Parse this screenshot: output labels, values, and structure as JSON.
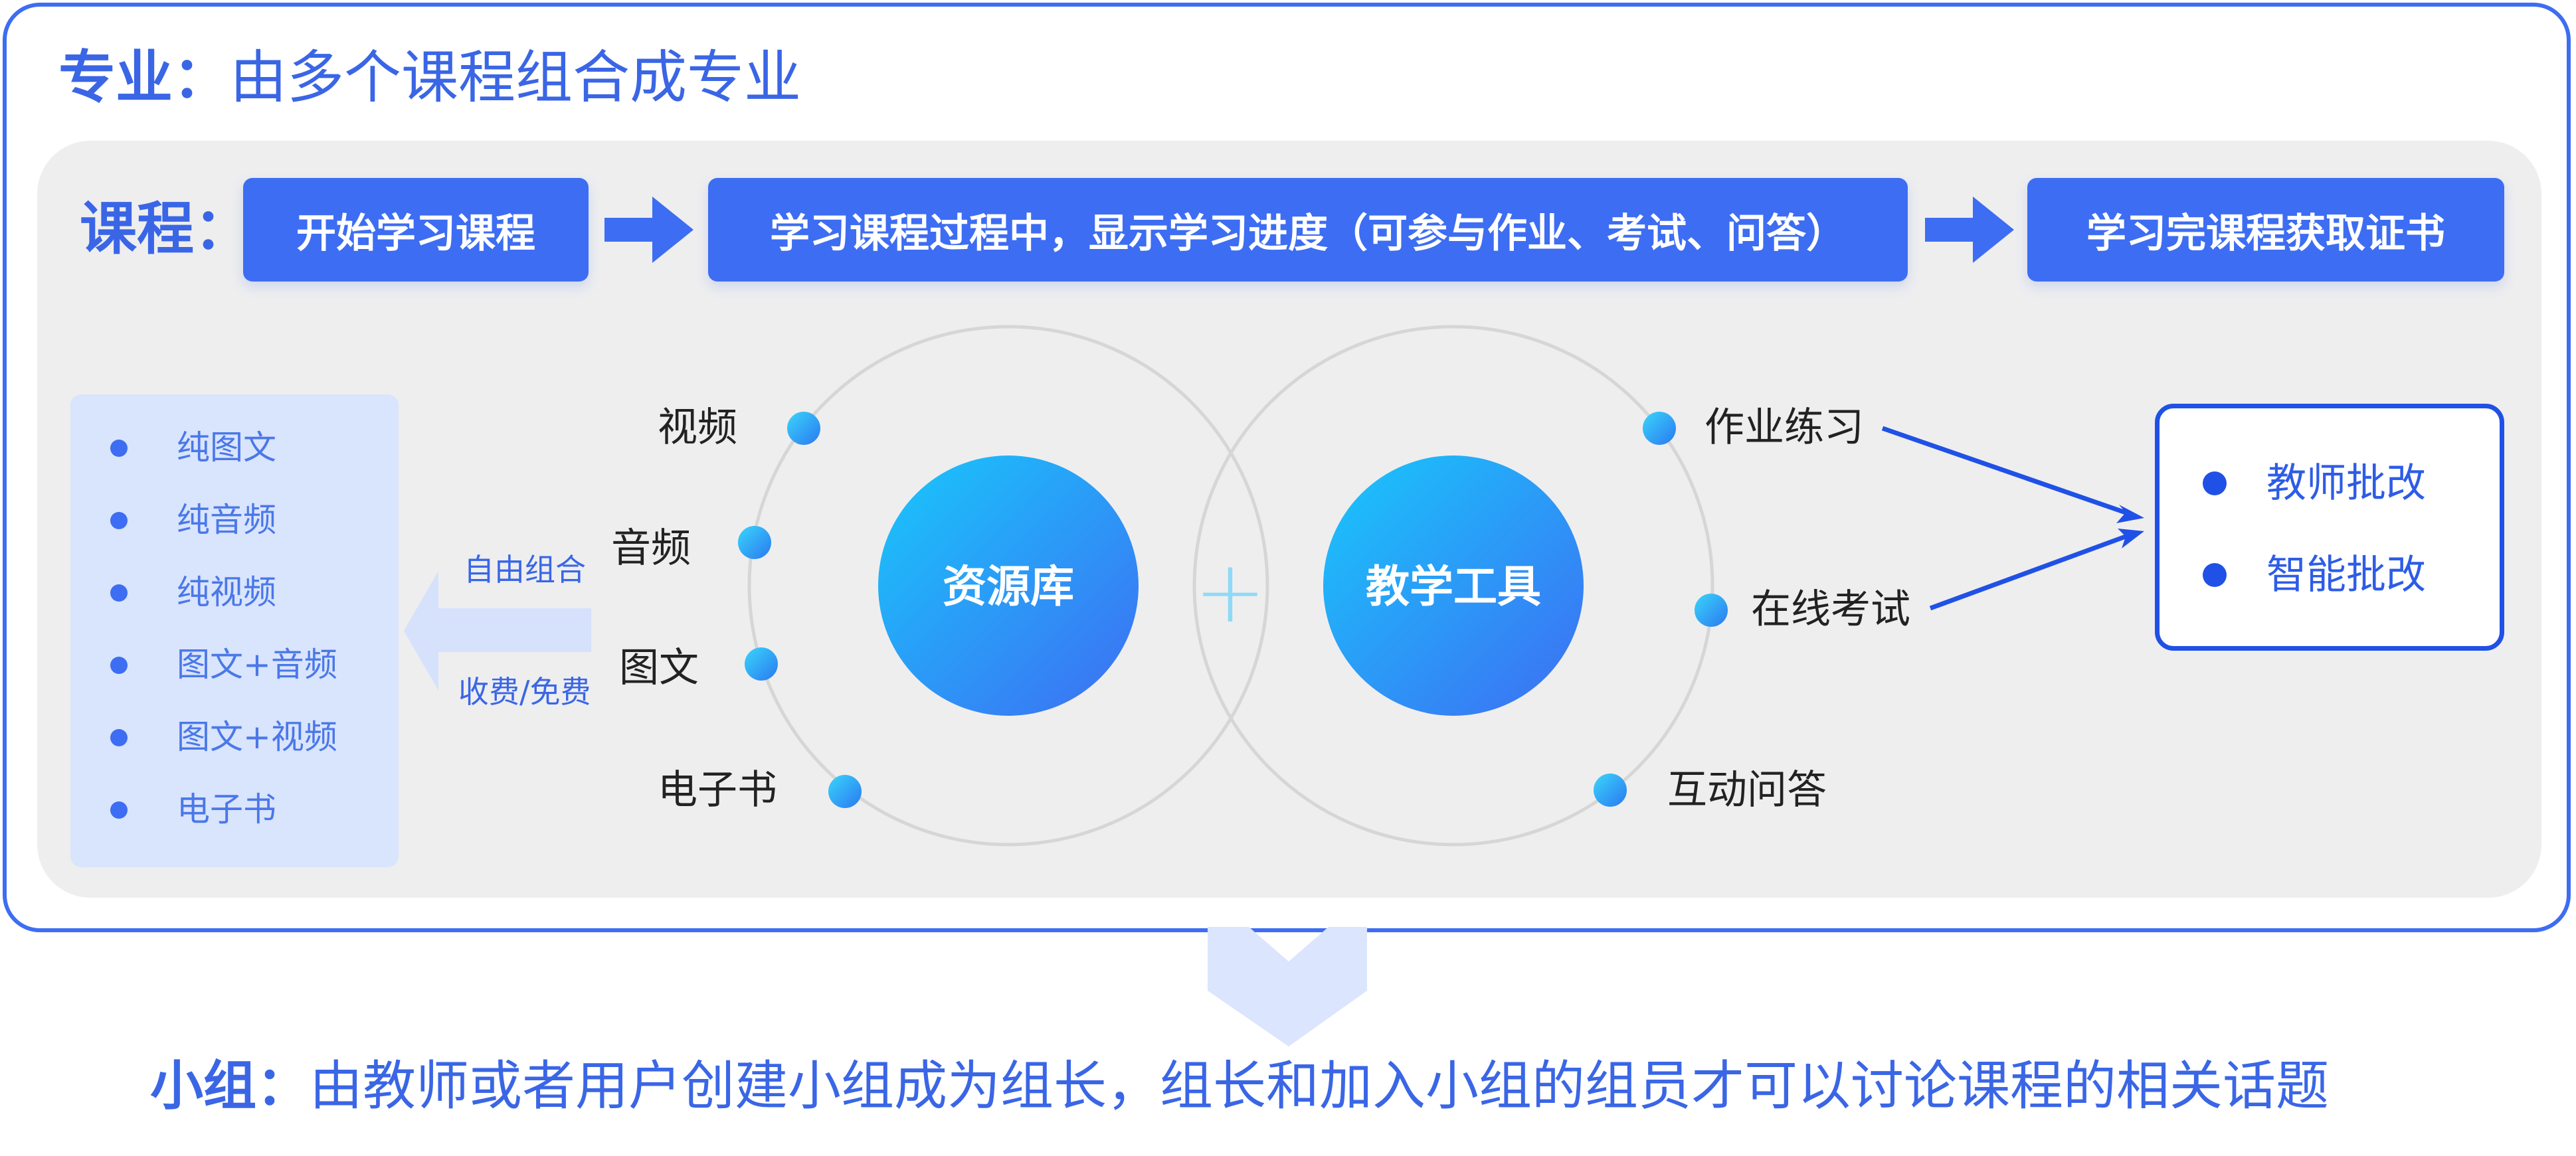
{
  "header": {
    "major_label": "专业：",
    "major_desc": "由多个课程组合成专业"
  },
  "course": {
    "label": "课程：",
    "steps": [
      "开始学习课程",
      "学习课程过程中，显示学习进度（可参与作业、考试、问答）",
      "学习完课程获取证书"
    ]
  },
  "resources": {
    "items": [
      "纯图文",
      "纯音频",
      "纯视频",
      "图文+音频",
      "图文+视频",
      "电子书"
    ],
    "combo_top": "自由组合",
    "combo_bottom": "收费/免费"
  },
  "library": {
    "center": "资源库",
    "nodes": [
      "视频",
      "音频",
      "图文",
      "电子书"
    ]
  },
  "plus_sign": "+",
  "tools": {
    "center": "教学工具",
    "nodes": [
      "作业练习",
      "在线考试",
      "互动问答"
    ]
  },
  "review": {
    "items": [
      "教师批改",
      "智能批改"
    ]
  },
  "group": {
    "label": "小组：",
    "desc": "由教师或者用户创建小组成为组长，组长和加入小组的组员才可以讨论课程的相关话题"
  },
  "colors": {
    "primary": "#3d6df2",
    "dark_blue": "#2051e6",
    "panel_gray": "#eeeeef",
    "light_blue": "#d9e4fd",
    "gradient_start": "#18c8fb",
    "gradient_end": "#3e6df3"
  }
}
